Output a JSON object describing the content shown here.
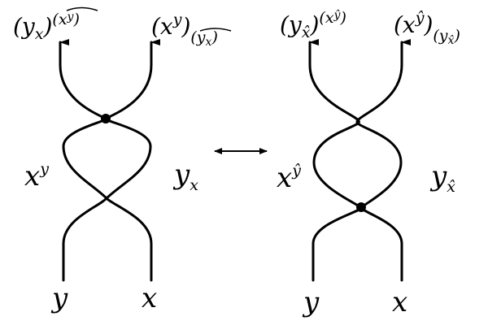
{
  "colors": {
    "ink": "#000000",
    "background": "#ffffff"
  },
  "left_diagram": {
    "bottom_left": "y",
    "bottom_right": "x",
    "middle_left_base": "x",
    "middle_left_sup": "y",
    "middle_right_base": "y",
    "middle_right_sub": "x",
    "top_left_base": "(y",
    "top_left_sub": "x",
    "top_left_close": ")",
    "top_left_sup": "(x",
    "top_left_sup_sup": "y",
    "top_left_sup_close": ")",
    "top_right_base": "(x",
    "top_right_sup": "y",
    "top_right_close": ")",
    "top_right_sub": "(y",
    "top_right_sub_sub": "x",
    "top_right_sub_close": ")"
  },
  "right_diagram": {
    "bottom_left": "y",
    "bottom_right": "x",
    "middle_left_base": "x",
    "middle_left_sup": "ŷ",
    "middle_right_base": "y",
    "middle_right_sub": "x̂",
    "top_left_base": "(y",
    "top_left_sub": "x̂",
    "top_left_close": ")",
    "top_left_sup": "(x",
    "top_left_sup_sup": "ŷ",
    "top_left_sup_close": ")",
    "top_right_base": "(x",
    "top_right_sup": "ŷ",
    "top_right_close": ")",
    "top_right_sub": "(y",
    "top_right_sub_sub": "x̂",
    "top_right_sub_close": ")"
  }
}
